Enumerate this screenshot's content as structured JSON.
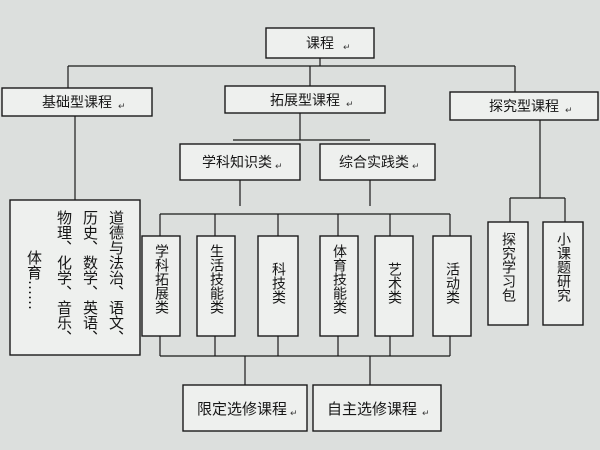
{
  "return_mark": "↵",
  "root": {
    "label": "课程"
  },
  "tier1": [
    {
      "label": "基础型课程"
    },
    {
      "label": "拓展型课程"
    },
    {
      "label": "探究型课程"
    }
  ],
  "basic": {
    "columns": [
      "道德与法治、语文、",
      "历史、数学、英语、",
      "物理、化学、音乐、",
      "体育……"
    ]
  },
  "extension": {
    "categories": [
      {
        "label": "学科知识类"
      },
      {
        "label": "综合实践类"
      }
    ],
    "sub": [
      {
        "label": "学科拓展类"
      },
      {
        "label": "生活技能类"
      },
      {
        "label": "科技类"
      },
      {
        "label": "体育技能类"
      },
      {
        "label": "艺术类"
      },
      {
        "label": "活动类"
      }
    ]
  },
  "inquiry": {
    "sub": [
      {
        "label": "探究学习包"
      },
      {
        "label": "小课题研究"
      }
    ]
  },
  "electives": [
    {
      "label": "限定选修课程"
    },
    {
      "label": "自主选修课程"
    }
  ]
}
